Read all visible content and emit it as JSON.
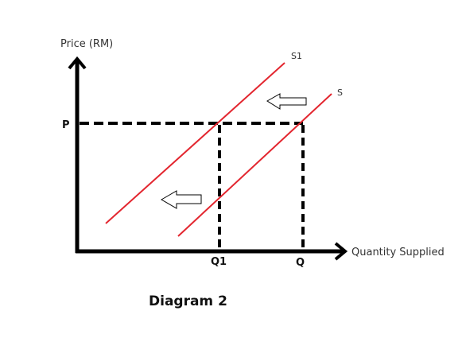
{
  "diagram": {
    "y_axis_label": "Price (RM)",
    "x_axis_label": "Quantity Supplied",
    "price_label": "P",
    "original_quantity_label": "Q",
    "new_quantity_label": "Q1",
    "original_supply_label": "S",
    "new_supply_label": "S1",
    "caption": "Diagram 2",
    "colors": {
      "supply_curve": "#e3262f",
      "axes": "#000000",
      "guide_lines": "#000000",
      "arrows": "#000000"
    },
    "icons": [
      "left-arrow-icon",
      "left-arrow-icon"
    ]
  }
}
